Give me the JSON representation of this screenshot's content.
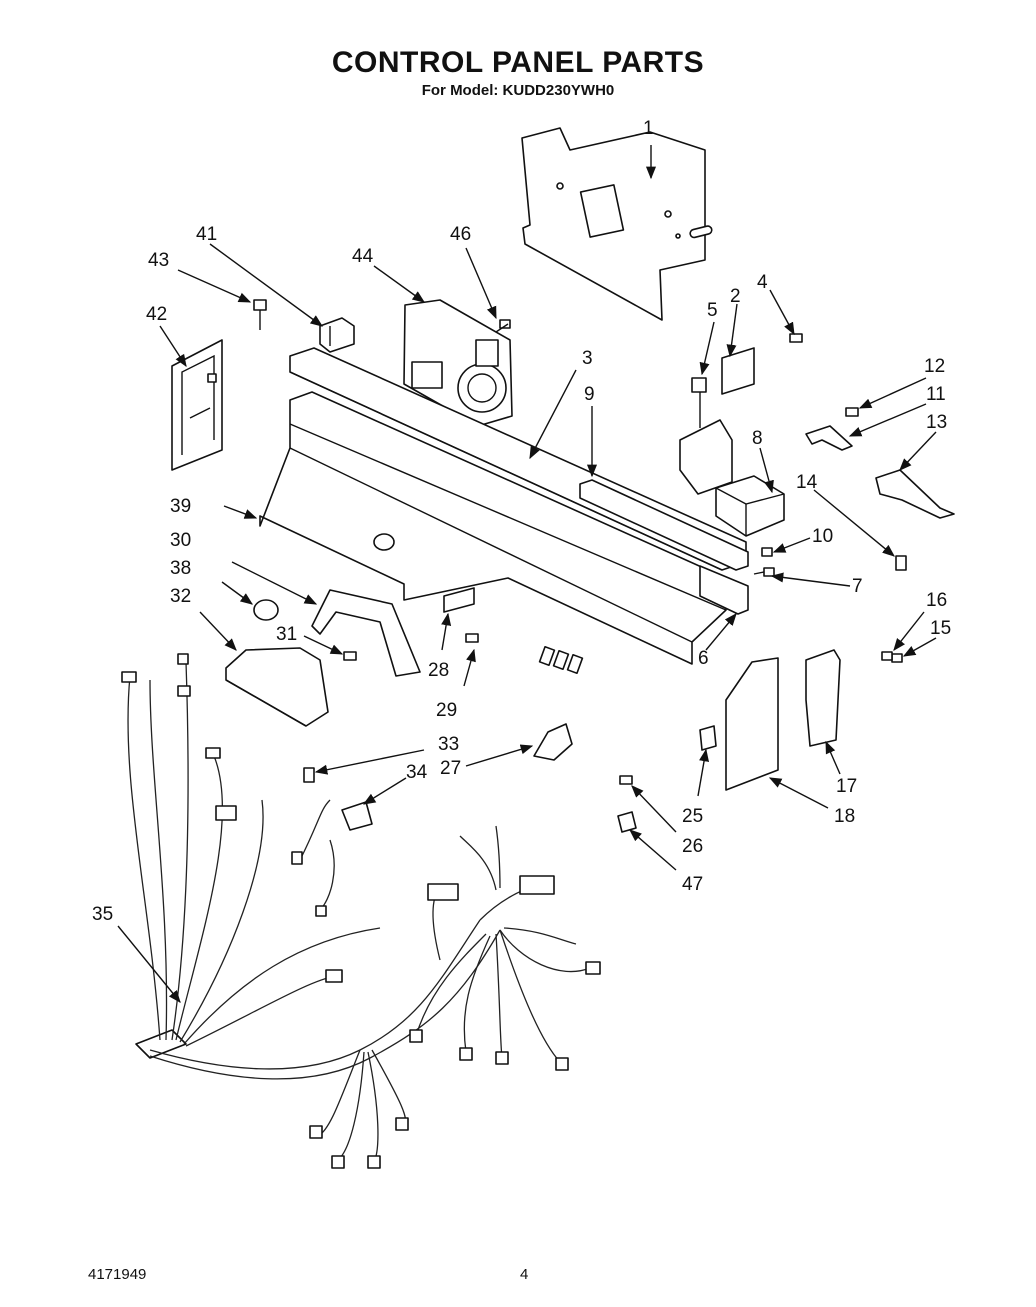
{
  "header": {
    "title": "CONTROL PANEL PARTS",
    "model_line": "For Model: KUDD230YWH0"
  },
  "callouts": [
    "1",
    "2",
    "3",
    "4",
    "5",
    "6",
    "7",
    "8",
    "9",
    "10",
    "11",
    "12",
    "13",
    "14",
    "15",
    "16",
    "17",
    "18",
    "25",
    "26",
    "27",
    "28",
    "29",
    "30",
    "31",
    "32",
    "33",
    "34",
    "35",
    "38",
    "39",
    "41",
    "42",
    "43",
    "44",
    "46",
    "47"
  ],
  "footer": {
    "doc_number": "4171949",
    "page_number": "4"
  }
}
